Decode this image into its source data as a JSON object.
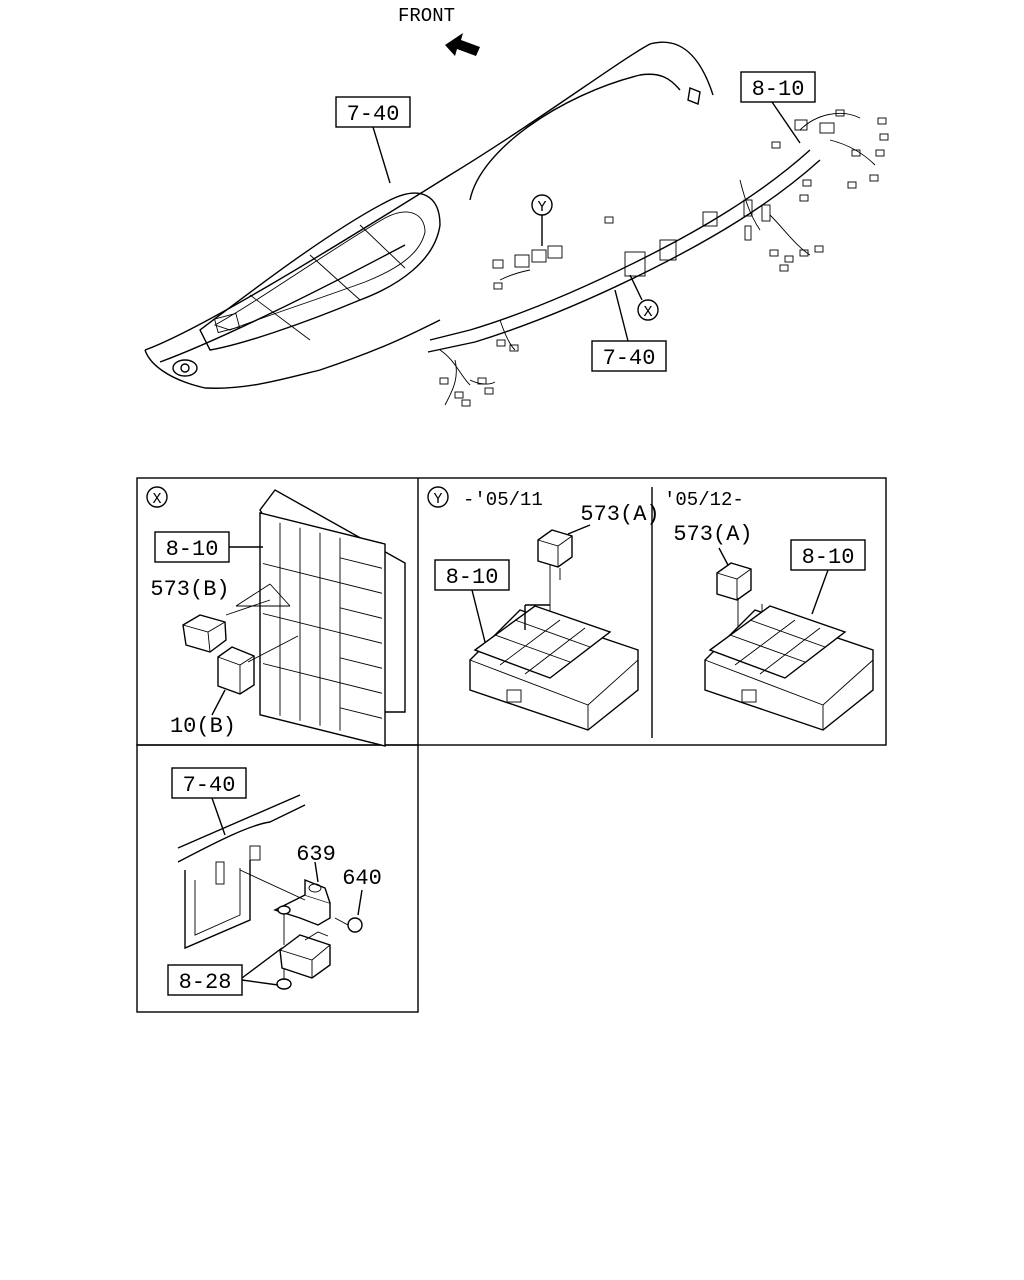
{
  "header": {
    "front_label": "FRONT"
  },
  "main_view": {
    "callout_panel_top": "7-40",
    "callout_fusebox_top": "8-10",
    "callout_panel_mid": "7-40",
    "marker_y": "Y",
    "marker_x": "X"
  },
  "detail_x": {
    "marker": "X",
    "callout_fusebox": "8-10",
    "part_relay_b": "573(B)",
    "part_flasher_b": "10(B)"
  },
  "detail_y": {
    "marker": "Y",
    "period_early": "-'05/11",
    "period_late": "'05/12-",
    "part_relay_a_early": "573(A)",
    "callout_relaybox_early": "8-10",
    "part_relay_a_late": "573(A)",
    "callout_relaybox_late": "8-10"
  },
  "detail_bracket": {
    "callout_panel": "7-40",
    "part_bracket": "639",
    "part_bolt": "640",
    "callout_nut": "8-28"
  }
}
